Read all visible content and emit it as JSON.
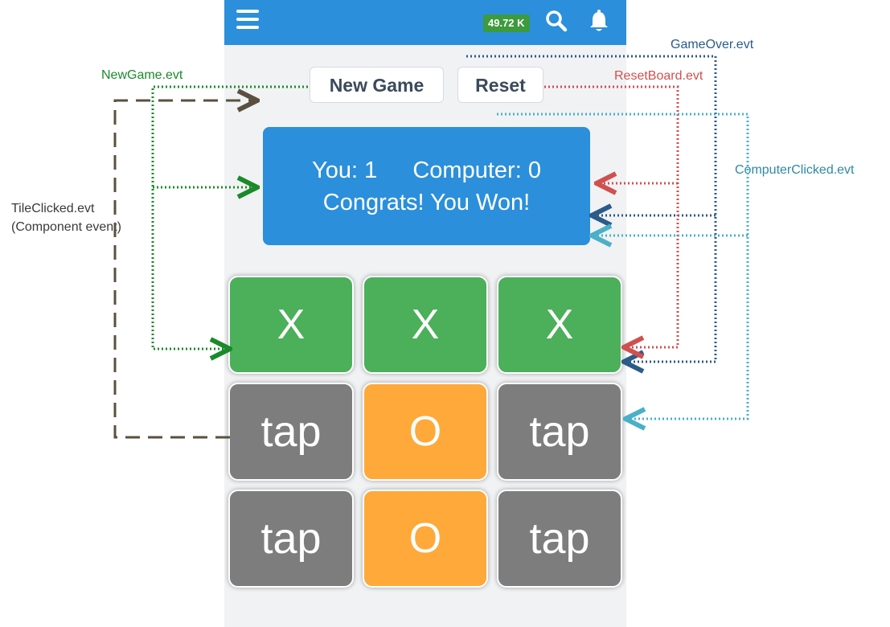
{
  "header": {
    "menu_icon": "hamburger-menu-icon",
    "points_badge": "49.72 K",
    "search_icon": "search-icon",
    "notification_icon": "bell-icon",
    "colors": {
      "bar": "#2b8fdb",
      "badge": "#3d9a3d"
    }
  },
  "toolbar": {
    "new_game_label": "New Game",
    "reset_label": "Reset"
  },
  "score": {
    "you_label": "You:",
    "you_value": "1",
    "computer_label": "Computer:",
    "computer_value": "0",
    "message": "Congrats! You Won!"
  },
  "board": {
    "tiles": [
      {
        "text": "X",
        "state": "x"
      },
      {
        "text": "X",
        "state": "x"
      },
      {
        "text": "X",
        "state": "x"
      },
      {
        "text": "tap",
        "state": "tap"
      },
      {
        "text": "O",
        "state": "o"
      },
      {
        "text": "tap",
        "state": "tap"
      },
      {
        "text": "tap",
        "state": "tap"
      },
      {
        "text": "O",
        "state": "o"
      },
      {
        "text": "tap",
        "state": "tap"
      }
    ],
    "colors": {
      "x": "#4caf5a",
      "o": "#ffa93a",
      "tap": "#7d7d7d"
    }
  },
  "annotations": {
    "new_game_evt": "NewGame.evt",
    "tile_clicked_evt": "TileClicked.evt",
    "tile_clicked_note": "(Component event)",
    "game_over_evt": "GameOver.evt",
    "reset_board_evt": "ResetBoard.evt",
    "computer_clicked_evt": "ComputerClicked.evt",
    "colors": {
      "new_game": "#1a8a2a",
      "tile_clicked": "#5a5040",
      "game_over": "#2b5b8a",
      "reset_board": "#d05050",
      "computer_clicked": "#4ab0c8"
    }
  }
}
